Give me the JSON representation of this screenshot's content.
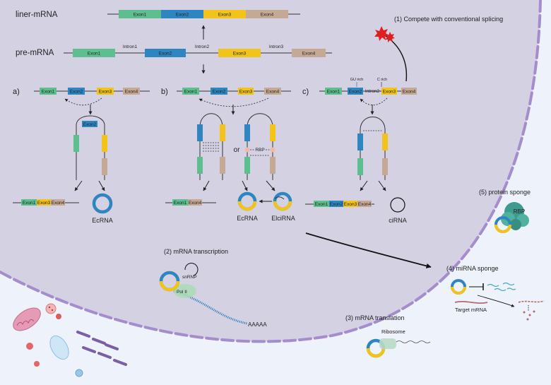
{
  "colors": {
    "exon1": "#5cbf8d",
    "exon2": "#2e86c1",
    "exon3": "#f2c318",
    "exon4": "#c6a994",
    "nucleus": "#d4d1e3",
    "membrane": "#a58ccc",
    "background": "#eef2fb",
    "spark": "#e02020",
    "rbp": "#3f9b8f"
  },
  "labels": {
    "liner_mrna": "liner-mRNA",
    "pre_mrna": "pre-mRNA",
    "exon1": "Exon1",
    "exon2": "Exon2",
    "exon3": "Exon3",
    "exon4": "Exon4",
    "intron1": "Intron1",
    "intron2": "Intron2",
    "intron3": "Intron3",
    "panel_a": "a)",
    "panel_b": "b)",
    "panel_c": "c)",
    "or": "or",
    "rbp": "RBP",
    "gu_rich": "GU rich",
    "c_rich": "C rich",
    "ecrna_a": "EcRNA",
    "ecrna_b": "EcRNA",
    "elcirna": "ElciRNA",
    "cirna": "ciRNA",
    "pol2": "Pol II",
    "aaaaa": "AAAAA",
    "ribosome": "Ribosome",
    "target_mrna": "Target mRNA",
    "protein_rbp": "RBP"
  },
  "functions": {
    "f1": "(1)  Compete with conventional splicing",
    "f2": "(2)  mRNA transcription",
    "f3": "(3)  mRNA translation",
    "f4": "(4)  miRNA sponge",
    "f5": "(5)  protein sponge"
  },
  "icons": [
    "red-spark-icon",
    "mitochondrion-icon",
    "vesicle-icon",
    "ribosome-icon",
    "rbp-protein-icon",
    "mirna-icon"
  ]
}
